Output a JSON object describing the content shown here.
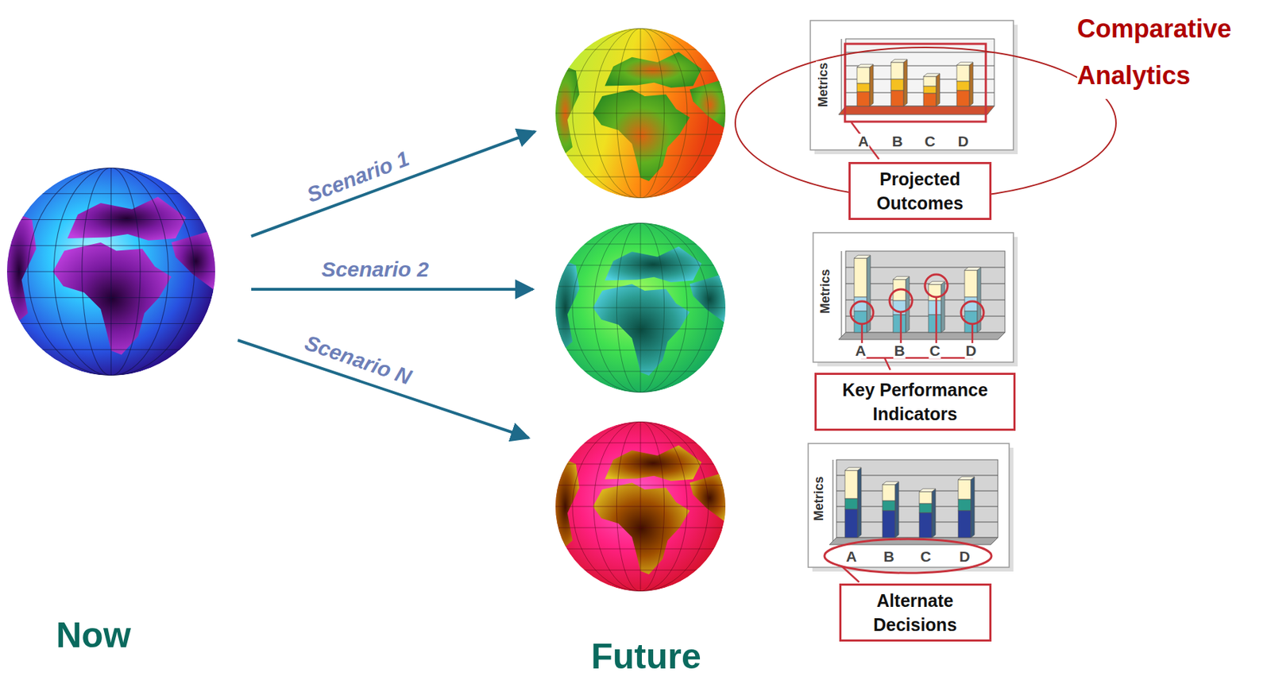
{
  "diagram": {
    "nodes": [
      {
        "text": [
          "Projected Outcomes"
        ]
      },
      {
        "text": [
          "Key Performance Indicators"
        ]
      },
      {
        "text": [
          "Alternate Decisions"
        ]
      }
    ],
    "labels": [
      "Comparative Analytics",
      "Scenario 1",
      "Scenario 2",
      "Scenario N",
      "Now",
      "Future",
      "Metrics",
      "A",
      "B",
      "C",
      "D",
      "Metrics",
      "A",
      "B",
      "C",
      "D",
      "Metrics",
      "A",
      "B",
      "C",
      "D"
    ]
  }
}
